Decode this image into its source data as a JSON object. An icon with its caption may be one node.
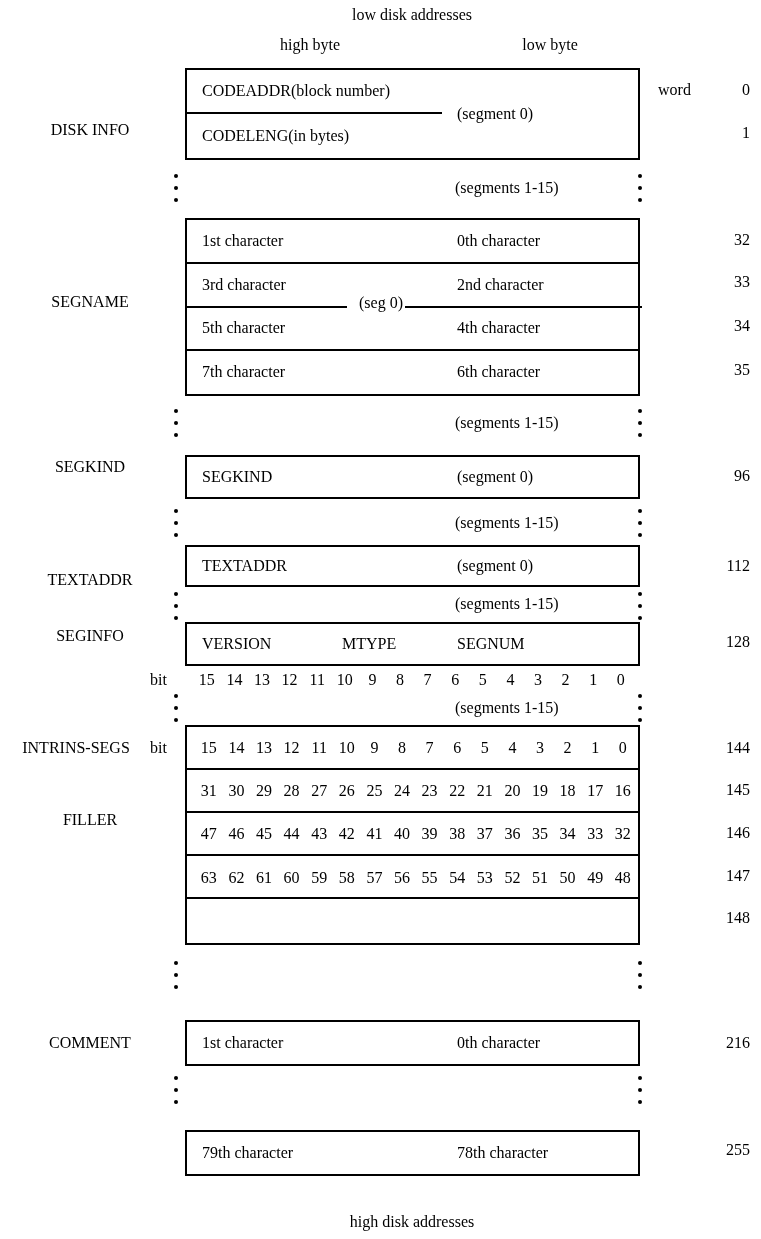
{
  "diagram": {
    "nodes": [
      {
        "text": [
          "(segment 0)"
        ]
      },
      {
        "text": [
          "CODEADDR(block number)"
        ],
        "in": 0
      },
      {
        "text": [
          "CODELENG(in bytes)"
        ],
        "in": 0
      },
      {
        "text": [],
        "shape": "box"
      },
      {
        "text": [
          "1st character",
          "0th character"
        ],
        "in": 3
      },
      {
        "text": [
          "3rd character",
          "2nd character"
        ],
        "in": 3
      },
      {
        "text": [
          "5th character",
          "4th character"
        ],
        "in": 3
      },
      {
        "text": [
          "7th character",
          "6th character"
        ],
        "in": 3
      },
      {
        "text": [
          "SEGKIND",
          "(segment 0)"
        ]
      },
      {
        "text": [
          "TEXTADDR",
          "(segment 0)"
        ]
      },
      {
        "text": [
          "VERSION",
          "MTYPE",
          "SEGNUM"
        ]
      },
      {
        "text": [],
        "shape": "box"
      },
      {
        "text": [
          "15",
          "14",
          "13",
          "12",
          "11",
          "10",
          "9",
          "8",
          "7",
          "6",
          "5",
          "4",
          "3",
          "2",
          "1",
          "0"
        ],
        "in": 11
      },
      {
        "text": [
          "31",
          "30",
          "29",
          "28",
          "27",
          "26",
          "25",
          "24",
          "23",
          "22",
          "21",
          "20",
          "19",
          "18",
          "17",
          "16"
        ],
        "in": 11
      },
      {
        "text": [
          "47",
          "46",
          "45",
          "44",
          "43",
          "42",
          "41",
          "40",
          "39",
          "38",
          "37",
          "36",
          "35",
          "34",
          "33",
          "32"
        ],
        "in": 11
      },
      {
        "text": [
          "63",
          "62",
          "61",
          "60",
          "59",
          "58",
          "57",
          "56",
          "55",
          "54",
          "53",
          "52",
          "51",
          "50",
          "49",
          "48"
        ],
        "in": 11
      },
      {
        "text": [],
        "shape": "box"
      },
      {
        "text": [
          "1st character",
          "0th character"
        ]
      },
      {
        "text": [
          "79th character",
          "78th character"
        ]
      }
    ],
    "labels": [
      "low disk addresses",
      "high byte",
      "low byte",
      "word",
      "0",
      "DISK INFO",
      "1",
      "(segments 1-15)",
      "32",
      "33",
      "SEGNAME",
      "(seg 0)",
      "34",
      "35",
      "(segments 1-15)",
      "SEGKIND",
      "96",
      "(segments 1-15)",
      "112",
      "TEXTADDR",
      "(segments 1-15)",
      "SEGINFO",
      "128",
      "bit",
      "15",
      "14",
      "13",
      "12",
      "11",
      "10",
      "9",
      "8",
      "7",
      "6",
      "5",
      "4",
      "3",
      "2",
      "1",
      "0",
      "(segments 1-15)",
      "INTRINS-SEGS",
      "bit",
      "144",
      "145",
      "146",
      "FILLER",
      "147",
      "148",
      "COMMENT",
      "216",
      "255",
      "high disk addresses"
    ]
  }
}
